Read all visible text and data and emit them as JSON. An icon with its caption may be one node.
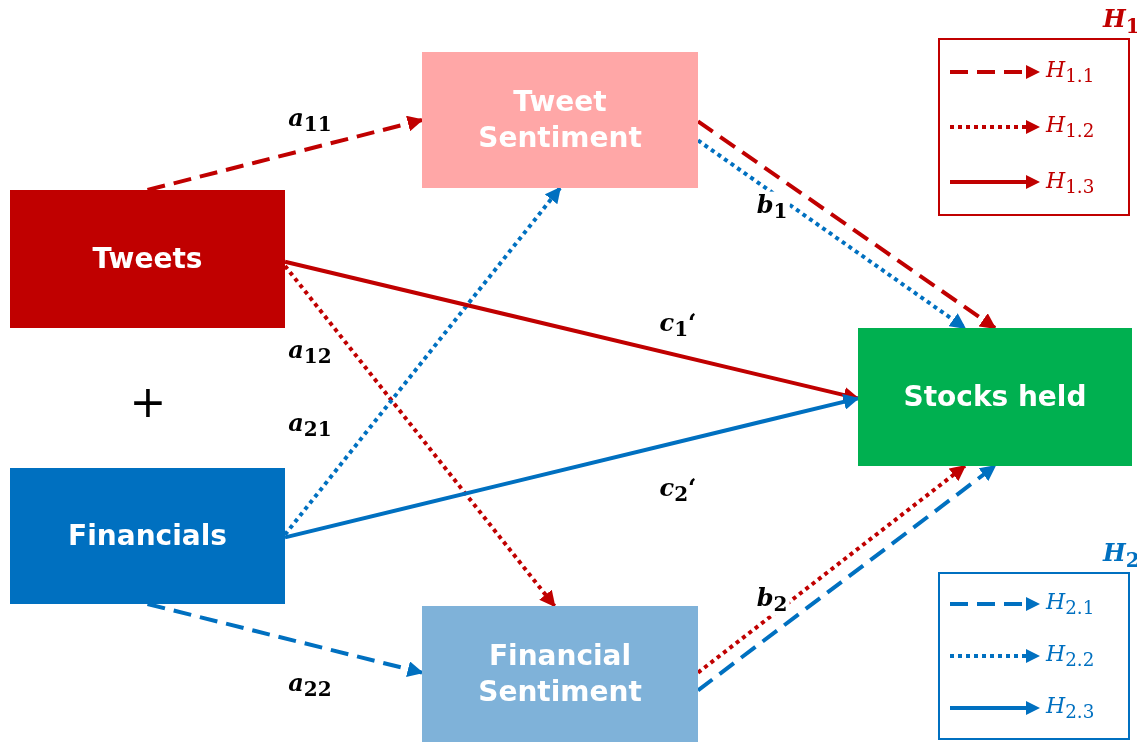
{
  "diagram": {
    "nodes": [
      {
        "text": [
          "Tweets"
        ]
      },
      {
        "text": [
          "Financials"
        ]
      },
      {
        "text": [
          "Tweet Sentiment"
        ]
      },
      {
        "text": [
          "Financial Sentiment"
        ]
      },
      {
        "text": [
          "Stocks held"
        ]
      }
    ],
    "edges": [
      {
        "from": 0,
        "to": 2,
        "arrow": "to",
        "label": "*a*$_{11}$",
        "style": "dashed",
        "color": "#c00000"
      },
      {
        "from": 0,
        "to": 3,
        "arrow": "to",
        "label": "*a*$_{12}$",
        "style": "dashed",
        "color": "#c00000"
      },
      {
        "from": 1,
        "to": 2,
        "arrow": "to",
        "label": "*a*$_{21}$",
        "style": "dashed",
        "color": "#0070c0"
      },
      {
        "from": 1,
        "to": 3,
        "arrow": "to",
        "label": "*a*$_{22}$",
        "style": "dashed",
        "color": "#0070c0"
      },
      {
        "from": 0,
        "to": 4,
        "arrow": "to",
        "label": "*c*$_{1}$‘",
        "color": "#c00000"
      },
      {
        "from": 1,
        "to": 4,
        "arrow": "to",
        "label": "*c*$_{2}$‘",
        "color": "#0070c0"
      },
      {
        "from": 2,
        "to": 4,
        "arrow": "to",
        "label": "*b*$_{1}$",
        "style": "dashed",
        "color": "#c00000"
      },
      {
        "from": 2,
        "to": 4,
        "arrow": "to",
        "style": "dashed",
        "color": "#0070c0"
      },
      {
        "from": 3,
        "to": 4,
        "arrow": "to",
        "style": "dashed",
        "color": "#c00000"
      },
      {
        "from": 3,
        "to": 4,
        "arrow": "to",
        "label": "*b*$_{2}$",
        "style": "dashed",
        "color": "#0070c0"
      }
    ],
    "labels": [
      "+",
      "*H*$_{1}$",
      "*H*$_{2}$"
    ],
    "legend": [
      {
        "text": "*H*$_{1.1}$"
      },
      {
        "text": "*H*$_{1.2}$"
      },
      {
        "text": "*H*$_{1.3}$"
      },
      {
        "text": "*H*$_{2.1}$"
      },
      {
        "text": "*H*$_{2.2}$"
      },
      {
        "text": "*H*$_{2.3}$"
      }
    ]
  }
}
